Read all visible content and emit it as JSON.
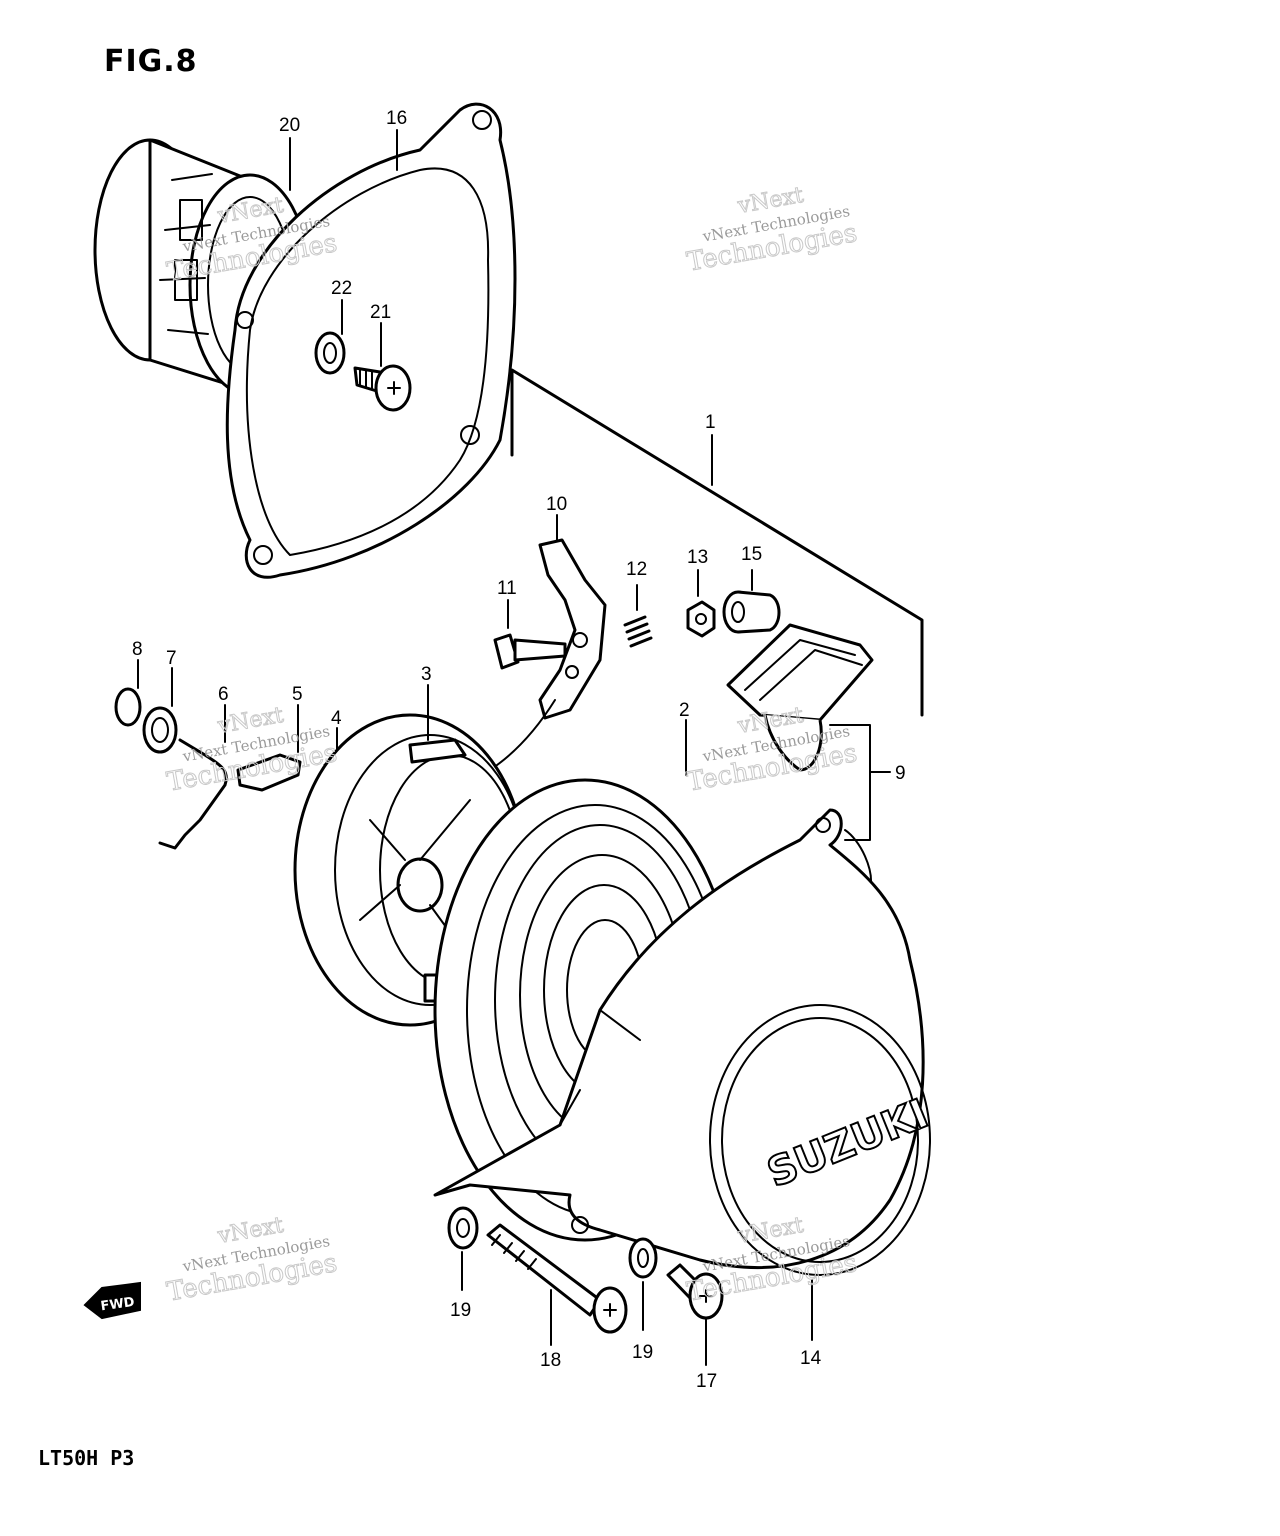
{
  "figure": {
    "title": "FIG.8",
    "footer": "LT50H P3",
    "fwd_label": "FWD",
    "cover_logo": "SUZUKI"
  },
  "watermark": {
    "line1": "vNext",
    "line2": "vNext Technologies",
    "line3": "Technologies"
  },
  "callouts": [
    "1",
    "2",
    "3",
    "4",
    "5",
    "6",
    "7",
    "8",
    "9",
    "10",
    "11",
    "12",
    "13",
    "14",
    "15",
    "16",
    "17",
    "18",
    "19",
    "19",
    "20",
    "21",
    "22"
  ]
}
